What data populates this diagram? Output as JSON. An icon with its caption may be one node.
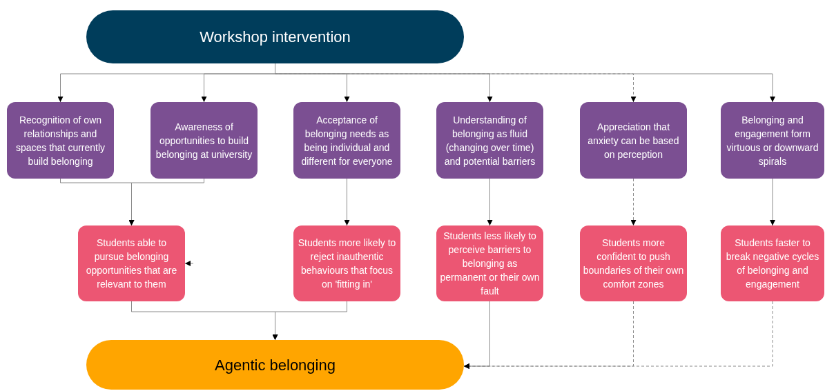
{
  "diagram": {
    "nodes": [
      {
        "text": [
          "Workshop intervention"
        ]
      },
      {
        "text": [
          "Recognition of own relationships and spaces that currently build belonging"
        ]
      },
      {
        "text": [
          "Awareness of opportunities to build belonging at university"
        ]
      },
      {
        "text": [
          "Acceptance of belonging needs as being individual and different for everyone"
        ]
      },
      {
        "text": [
          "Understanding of belonging as fluid (changing over time) and potential barriers"
        ]
      },
      {
        "text": [
          "Appreciation that anxiety can be based on perception"
        ]
      },
      {
        "text": [
          "Belonging and engagement form virtuous or downward spirals"
        ]
      },
      {
        "text": [
          "Students able to pursue belonging opportunities that are relevant to them"
        ]
      },
      {
        "text": [
          "Students more likely to reject inauthentic behaviours that focus on 'fitting in'"
        ]
      },
      {
        "text": [
          "Students less likely to perceive barriers to belonging as permanent or their own fault"
        ]
      },
      {
        "text": [
          "Students more confident to push boundaries of their own comfort zones"
        ]
      },
      {
        "text": [
          "Students faster to break negative cycles of belonging and engagement"
        ]
      },
      {
        "text": [
          "Agentic belonging"
        ]
      }
    ],
    "edges": [
      {
        "from": 0,
        "to": 1,
        "arrow": "to"
      },
      {
        "from": 0,
        "to": 2,
        "arrow": "to"
      },
      {
        "from": 0,
        "to": 3,
        "arrow": "to"
      },
      {
        "from": 0,
        "to": 4,
        "arrow": "to"
      },
      {
        "from": 0,
        "to": 5,
        "arrow": "to",
        "style": "dashed"
      },
      {
        "from": 0,
        "to": 6,
        "arrow": "to"
      },
      {
        "from": 1,
        "to": 7,
        "arrow": "to"
      },
      {
        "from": 2,
        "to": 7,
        "arrow": "to"
      },
      {
        "from": 3,
        "to": 8,
        "arrow": "to"
      },
      {
        "from": 4,
        "to": 9,
        "arrow": "to"
      },
      {
        "from": 5,
        "to": 10,
        "arrow": "to",
        "style": "dashed"
      },
      {
        "from": 6,
        "to": 11,
        "arrow": "to"
      },
      {
        "from": 7,
        "to": 12,
        "arrow": "to"
      },
      {
        "from": 8,
        "to": 12,
        "arrow": "to"
      },
      {
        "from": 9,
        "to": 12,
        "arrow": "to"
      },
      {
        "from": 10,
        "to": 12,
        "arrow": "to",
        "style": "dashed"
      },
      {
        "from": 11,
        "to": 12,
        "arrow": "to",
        "style": "dashed"
      },
      {
        "from": null,
        "to": 7,
        "arrow": "to"
      }
    ]
  }
}
